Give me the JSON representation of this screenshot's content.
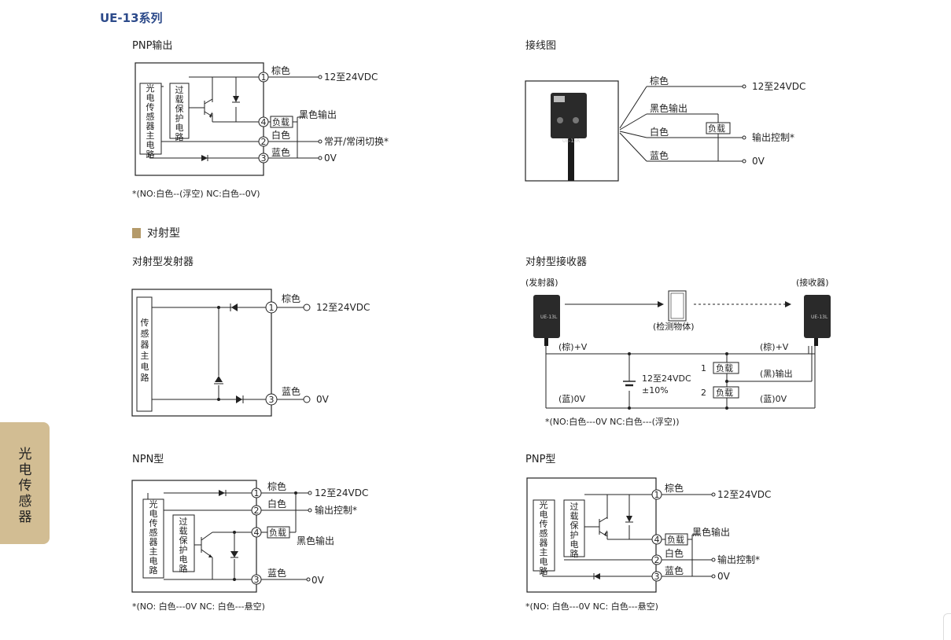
{
  "series_title": "UE-13系列",
  "side_tab": "光电传感器",
  "pnp_top": {
    "title": "PNP输出",
    "main_circuit": "光电传感器主电路",
    "protect_circuit": "过载保护电路",
    "pins": [
      "1",
      "4",
      "2",
      "3"
    ],
    "wire_brown": "棕色",
    "wire_black_out": "黑色输出",
    "wire_white": "白色",
    "wire_blue": "蓝色",
    "load": "负载",
    "supply": "12至24VDC",
    "switch": "常开/常闭切换*",
    "zero_v": "0V",
    "note": "*(NO:白色--(浮空) NC:白色--0V)"
  },
  "wiring": {
    "title": "接线图",
    "brown": "棕色",
    "black_out": "黑色输出",
    "white": "白色",
    "blue": "蓝色",
    "load": "负载",
    "supply": "12至24VDC",
    "output_control": "输出控制*",
    "zero_v": "0V",
    "sensor_model": "UE-13R"
  },
  "section": "对射型",
  "emitter": {
    "title": "对射型发射器",
    "main_circuit": "传感器主电路",
    "pin1": "1",
    "pin3": "3",
    "brown": "棕色",
    "blue": "蓝色",
    "supply": "12至24VDC",
    "zero_v": "0V"
  },
  "receiver": {
    "title": "对射型接收器",
    "emitter_label": "(发射器)",
    "receiver_label": "(接收器)",
    "object_label": "(检测物体)",
    "emitter_model": "UE-13L",
    "receiver_model": "UE-13L",
    "plus_v_left": "(棕)+V",
    "plus_v_right": "(棕)+V",
    "supply_line1": "12至24VDC",
    "supply_line2": "±10%",
    "load": "负载",
    "load1_num": "1",
    "load2_num": "2",
    "black_out": "(黑)输出",
    "blue_left": "(蓝)0V",
    "blue_right": "(蓝)0V",
    "note": "*(NO:白色---0V NC:白色---(浮空))"
  },
  "npn": {
    "title": "NPN型",
    "main_circuit": "光电传感器主电路",
    "protect_circuit": "过载保护电路",
    "pins": [
      "1",
      "2",
      "4",
      "3"
    ],
    "brown": "棕色",
    "white": "白色",
    "blue": "蓝色",
    "load": "负载",
    "supply": "12至24VDC",
    "output_control": "输出控制*",
    "black_out": "黑色输出",
    "zero_v": "0V",
    "note": "*(NO: 白色---0V NC: 白色---悬空)"
  },
  "pnp_bottom": {
    "title": "PNP型",
    "main_circuit": "光电传感器主电路",
    "protect_circuit": "过载保护电路",
    "pins": [
      "1",
      "4",
      "2",
      "3"
    ],
    "brown": "棕色",
    "black_out": "黑色输出",
    "white": "白色",
    "blue": "蓝色",
    "load": "负载",
    "supply": "12至24VDC",
    "output_control": "输出控制*",
    "zero_v": "0V",
    "note": "*(NO: 白色---0V NC: 白色---悬空)"
  }
}
